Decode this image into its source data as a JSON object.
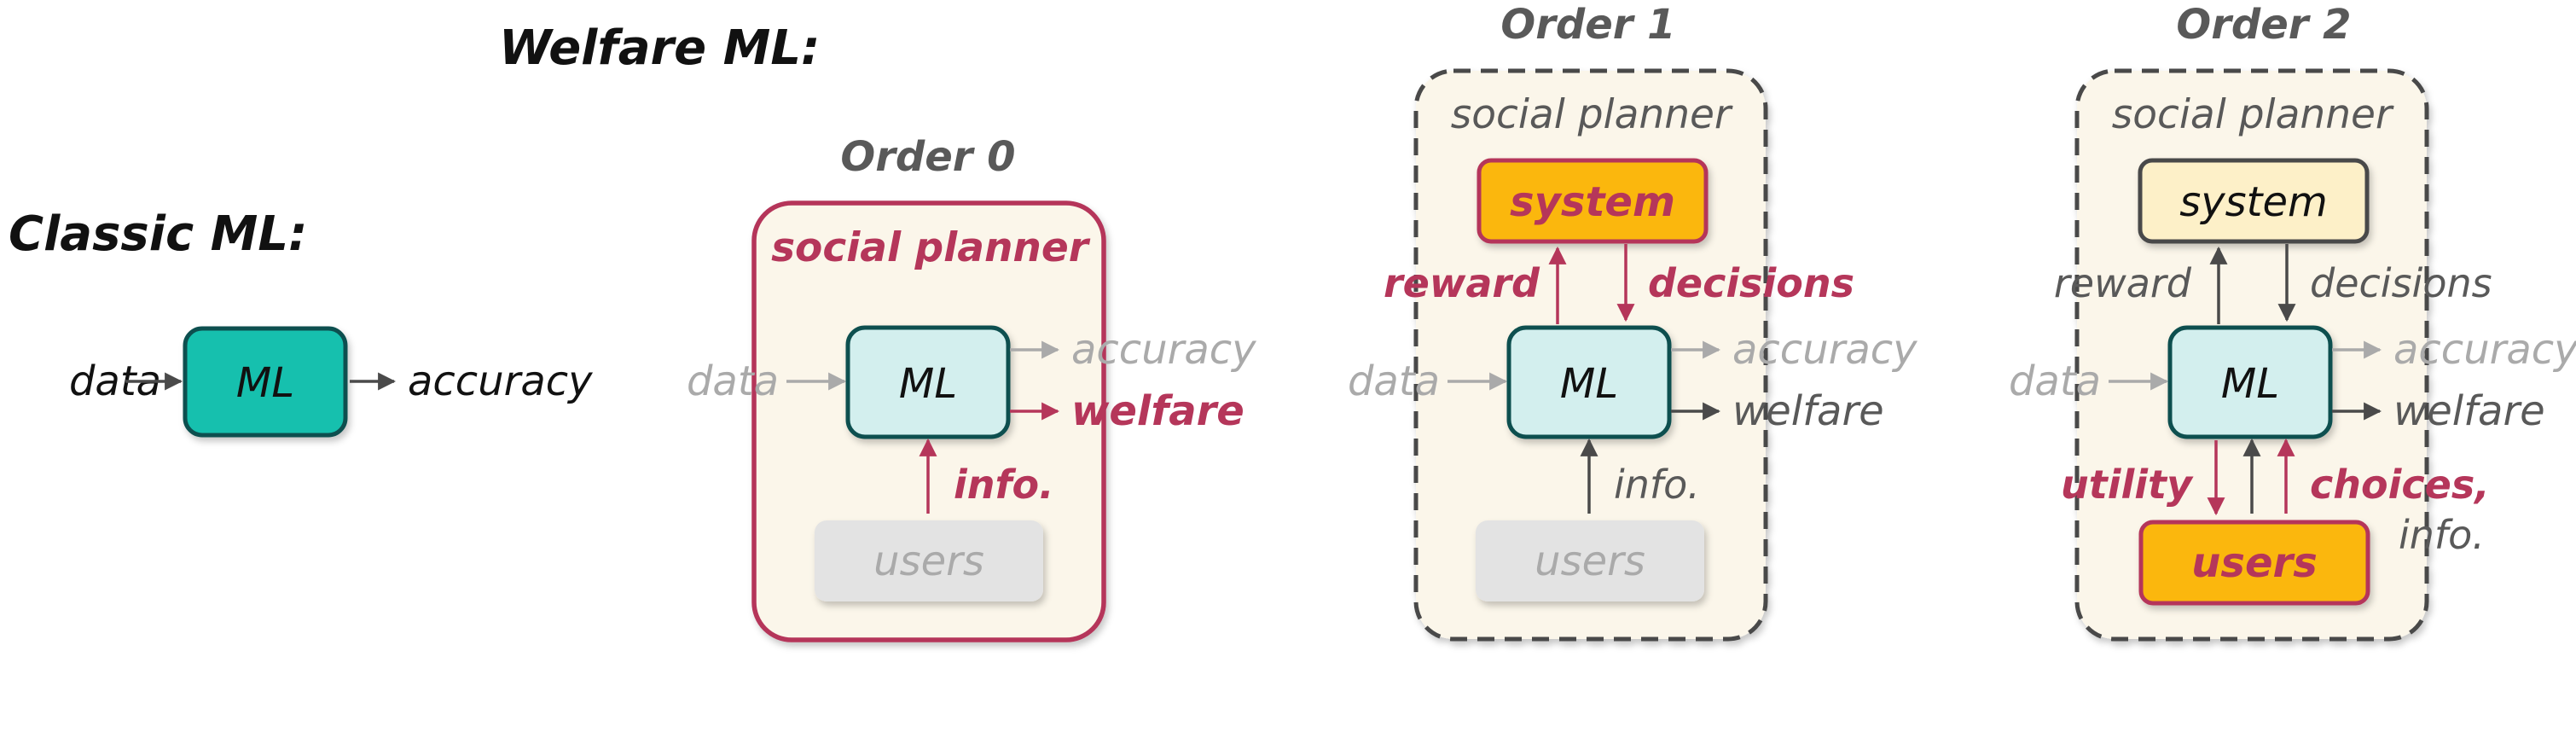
{
  "colors": {
    "accent": "#b5365a",
    "dark": "#4a4a4a",
    "faded": "#aaaaaa",
    "planner_bg": "#fbf6ea",
    "ml_teal": "#17c0ae",
    "ml_light": "#d3efee",
    "highlight_gold": "#fbb710",
    "system_light": "#fdf0c8",
    "users_gray": "#e3e3e3"
  },
  "headings": {
    "classic": "Classic ML:",
    "welfare": "Welfare ML:"
  },
  "classic": {
    "input": "data",
    "model": "ML",
    "output": "accuracy"
  },
  "order0": {
    "title": "Order 0",
    "planner": "social planner",
    "input": "data",
    "model": "ML",
    "out_accuracy": "accuracy",
    "out_welfare": "welfare",
    "info": "info.",
    "users": "users"
  },
  "order1": {
    "title": "Order 1",
    "planner": "social planner",
    "system": "system",
    "reward": "reward",
    "decisions": "decisions",
    "input": "data",
    "model": "ML",
    "out_accuracy": "accuracy",
    "out_welfare": "welfare",
    "info": "info.",
    "users": "users"
  },
  "order2": {
    "title": "Order 2",
    "planner": "social planner",
    "system": "system",
    "reward": "reward",
    "decisions": "decisions",
    "input": "data",
    "model": "ML",
    "out_accuracy": "accuracy",
    "out_welfare": "welfare",
    "utility": "utility",
    "choices": "choices,",
    "info": "info.",
    "users": "users"
  }
}
